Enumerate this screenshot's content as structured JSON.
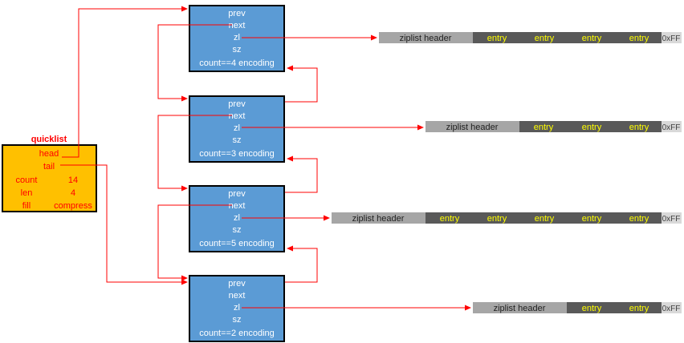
{
  "quicklist": {
    "title": "quicklist",
    "head_label": "head",
    "tail_label": "tail",
    "count_label": "count",
    "count_value": "14",
    "len_label": "len",
    "len_value": "4",
    "fill_label": "fill",
    "compress_label": "compress"
  },
  "nodes": [
    {
      "prev": "prev",
      "next": "next",
      "zl": "zl",
      "sz": "sz",
      "footer": "count==4 encoding"
    },
    {
      "prev": "prev",
      "next": "next",
      "zl": "zl",
      "sz": "sz",
      "footer": "count==3 encoding"
    },
    {
      "prev": "prev",
      "next": "next",
      "zl": "zl",
      "sz": "sz",
      "footer": "count==5 encoding"
    },
    {
      "prev": "prev",
      "next": "next",
      "zl": "zl",
      "sz": "sz",
      "footer": "count==2 encoding"
    }
  ],
  "ziplists": [
    {
      "header": "ziplist header",
      "entries": [
        "entry",
        "entry",
        "entry",
        "entry"
      ],
      "end": "0xFF"
    },
    {
      "header": "ziplist header",
      "entries": [
        "entry",
        "entry",
        "entry"
      ],
      "end": "0xFF"
    },
    {
      "header": "ziplist header",
      "entries": [
        "entry",
        "entry",
        "entry",
        "entry",
        "entry"
      ],
      "end": "0xFF"
    },
    {
      "header": "ziplist header",
      "entries": [
        "entry",
        "entry"
      ],
      "end": "0xFF"
    }
  ],
  "colors": {
    "quicklist_fill": "#ffc000",
    "node_fill": "#5b9bd5",
    "arrow": "#ff0000",
    "header_fill": "#a6a6a6",
    "entry_fill": "#595959",
    "entry_text": "#ffff00",
    "end_fill": "#d9d9d9"
  }
}
